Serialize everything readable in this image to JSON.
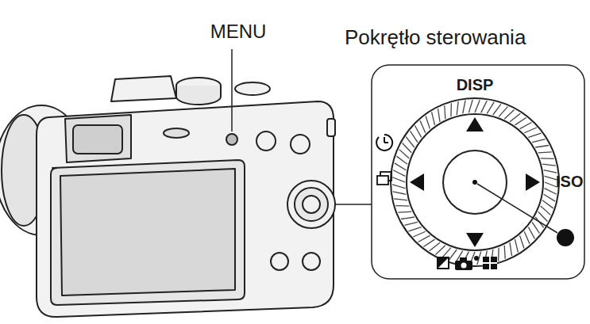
{
  "diagram": {
    "nodes": [
      {
        "text": [
          "Pokrętło sterowania",
          "DISP",
          "ISO"
        ]
      }
    ],
    "labels": [
      "MENU"
    ]
  }
}
